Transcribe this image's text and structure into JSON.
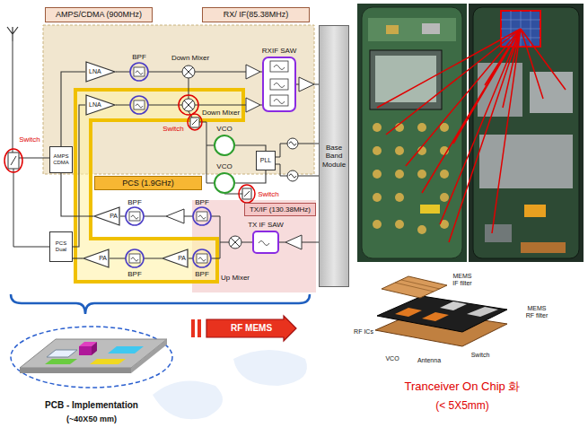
{
  "diagram": {
    "nodes": [
      {
        "text": [
          "AMPS/CDMA (900MHz)"
        ]
      },
      {
        "text": [
          "RX/ IF(85.38MHz)"
        ]
      },
      {
        "text": [
          "LNA"
        ]
      },
      {
        "text": [
          "LNA"
        ]
      },
      {
        "text": [
          "VCO"
        ]
      },
      {
        "text": [
          "AMPS CDMA"
        ]
      },
      {
        "text": [
          "PLL"
        ]
      },
      {
        "text": [
          "PCS (1.9GHz)"
        ]
      },
      {
        "text": [
          "VCO"
        ]
      },
      {
        "text": [
          "TX/IF (130.38MHz)"
        ]
      },
      {
        "text": [
          "PA"
        ]
      },
      {
        "text": [
          "PCS Dual"
        ]
      },
      {
        "text": [
          "PA"
        ]
      },
      {
        "text": [
          "PA"
        ]
      },
      {
        "text": [
          "Base Band Module"
        ]
      },
      {
        "text": [
          "RF MEMS"
        ]
      }
    ],
    "edges": [
      {
        "from": 5,
        "to": 2,
        "arrow": "none"
      },
      {
        "from": 11,
        "to": 3,
        "arrow": "none"
      },
      {
        "from": 10,
        "to": 5,
        "arrow": "none"
      },
      {
        "from": 12,
        "to": 11,
        "arrow": "none"
      },
      {
        "from": 4,
        "to": 6,
        "arrow": "none"
      },
      {
        "from": 8,
        "to": 6,
        "arrow": "none"
      }
    ],
    "labels": [
      "Switch",
      "BPF",
      "Down Mixer",
      "RXIF SAW",
      "Down Mixer",
      "Switch",
      "BPF",
      "BPF",
      "Switch",
      "TX IF SAW",
      "Up Mixer",
      "BPF",
      "BPF",
      "PCB - Implementation",
      "(~40X50 mm)",
      "MEMS IF filter",
      "MEMS RF filter",
      "RF ICs",
      "VCO",
      "Antenna",
      "Switch",
      "Tranceiver On Chip 화",
      "(< 5X5mm)"
    ]
  }
}
